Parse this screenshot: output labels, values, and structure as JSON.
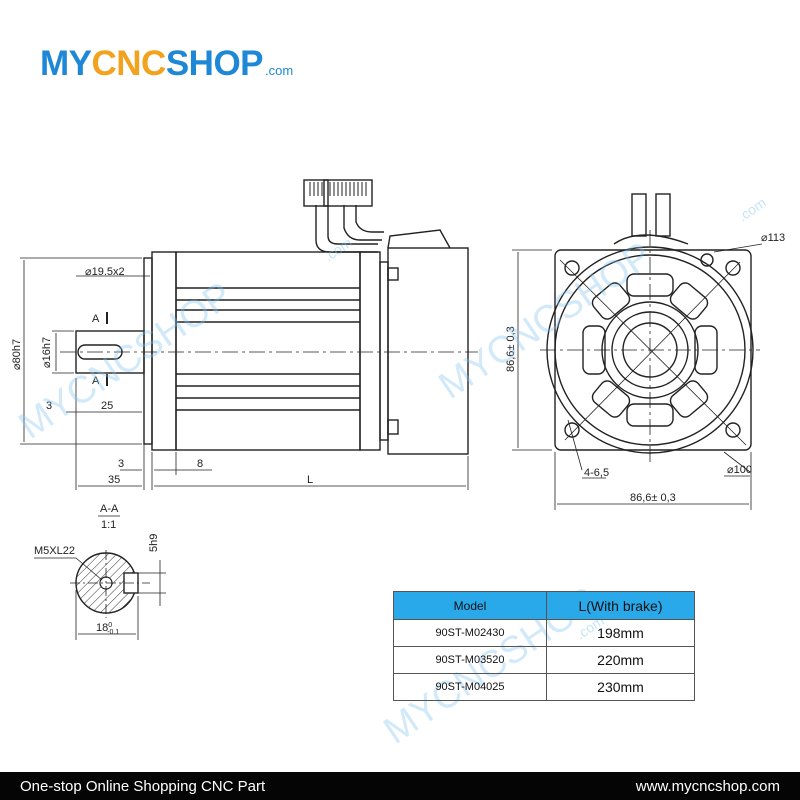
{
  "brand": {
    "my": "MY",
    "cnc": "CNC",
    "shop": "SHOP",
    "com": ".com"
  },
  "watermarks": {
    "main": "MYCNCSHOP",
    "com": ".com"
  },
  "dimensions": {
    "shaft_hole": "⌀19.5x2",
    "flange_dia": "⌀80h7",
    "shaft_dia": "⌀16h7",
    "section_mark": "A",
    "shaft_len": "25",
    "offset_3": "3",
    "flange_3": "3",
    "flange_8": "8",
    "spigot_35": "35",
    "length": "L",
    "square_v": "86,6± 0,3",
    "square_h": "86,6± 0,3",
    "pcd": "⌀113",
    "holes": "4-6,5",
    "pilot": "⌀100"
  },
  "section": {
    "title": "A-A",
    "scale": "1:1",
    "thread": "M5XL22",
    "key": "5h9",
    "depth_base": "18",
    "depth_tol_top": "0",
    "depth_tol_bottom": "-0.1"
  },
  "table": {
    "headers": [
      "Model",
      "L(With brake)"
    ],
    "rows": [
      {
        "model": "90ST-M02430",
        "length": "198mm"
      },
      {
        "model": "90ST-M03520",
        "length": "220mm"
      },
      {
        "model": "90ST-M04025",
        "length": "230mm"
      }
    ]
  },
  "footer": {
    "left": "One-stop Online Shopping CNC Part",
    "right": "www.mycncshop.com"
  }
}
